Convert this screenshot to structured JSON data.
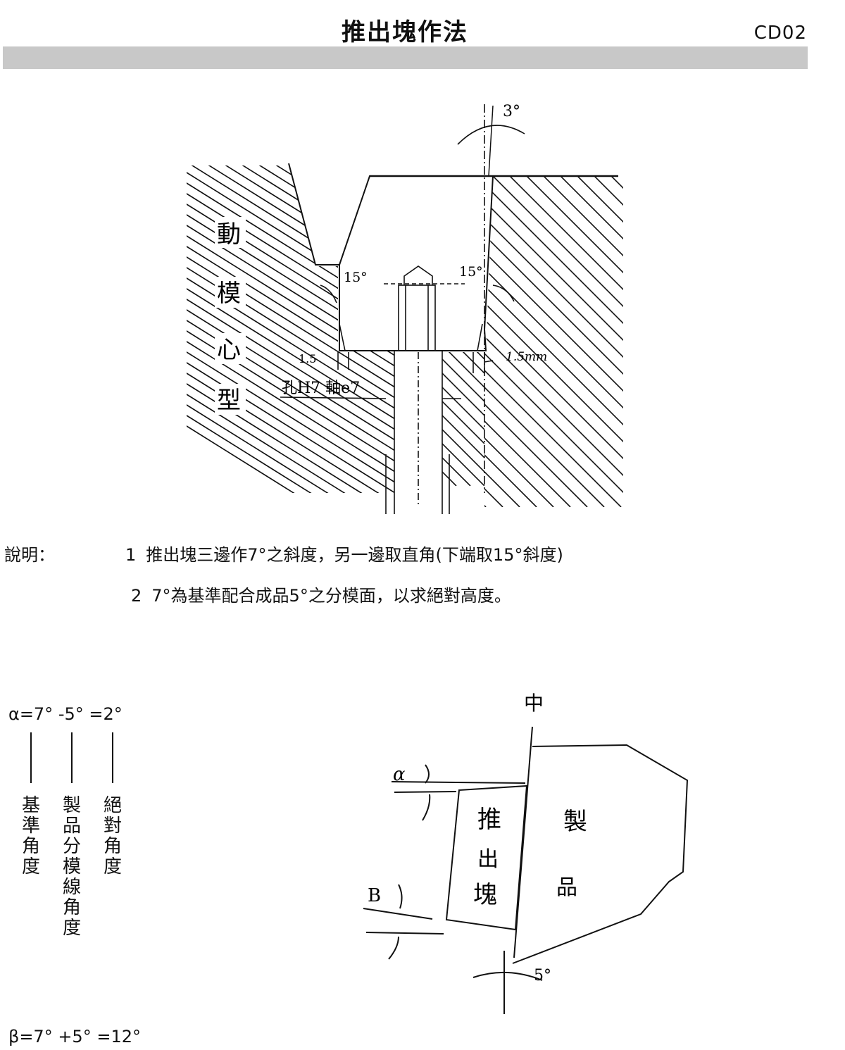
{
  "header": {
    "title": "推出塊作法",
    "code": "CD02"
  },
  "top_diagram": {
    "label_angle_top": "3°",
    "label_angle_left": "15°",
    "label_angle_right": "15°",
    "label_gap_left": "1.5",
    "label_gap_right": "1.5mm",
    "label_fit": "孔H7 軸e7",
    "label_core_chars": [
      "動",
      "模",
      "心",
      "型"
    ]
  },
  "explanation": {
    "label": "說明：",
    "notes": [
      {
        "num": "1",
        "text": "推出塊三邊作7°之斜度，另一邊取直角(下端取15°斜度)"
      },
      {
        "num": "2",
        "text": "7°為基準配合成品5°之分模面，以求絕對高度。"
      }
    ]
  },
  "bottom_diagram": {
    "alpha_formula": "α=7° -5° =2°",
    "beta_formula": "β=7° +5° =12°",
    "columns": [
      {
        "text": "基準角度"
      },
      {
        "text": "製品分模線角度"
      },
      {
        "text": "絕對角度"
      }
    ],
    "label_center": "中",
    "label_alpha": "α",
    "label_beta": "B",
    "label_block": [
      "推",
      "出",
      "塊"
    ],
    "label_product": [
      "製",
      "品"
    ],
    "label_angle_5": "5°"
  }
}
